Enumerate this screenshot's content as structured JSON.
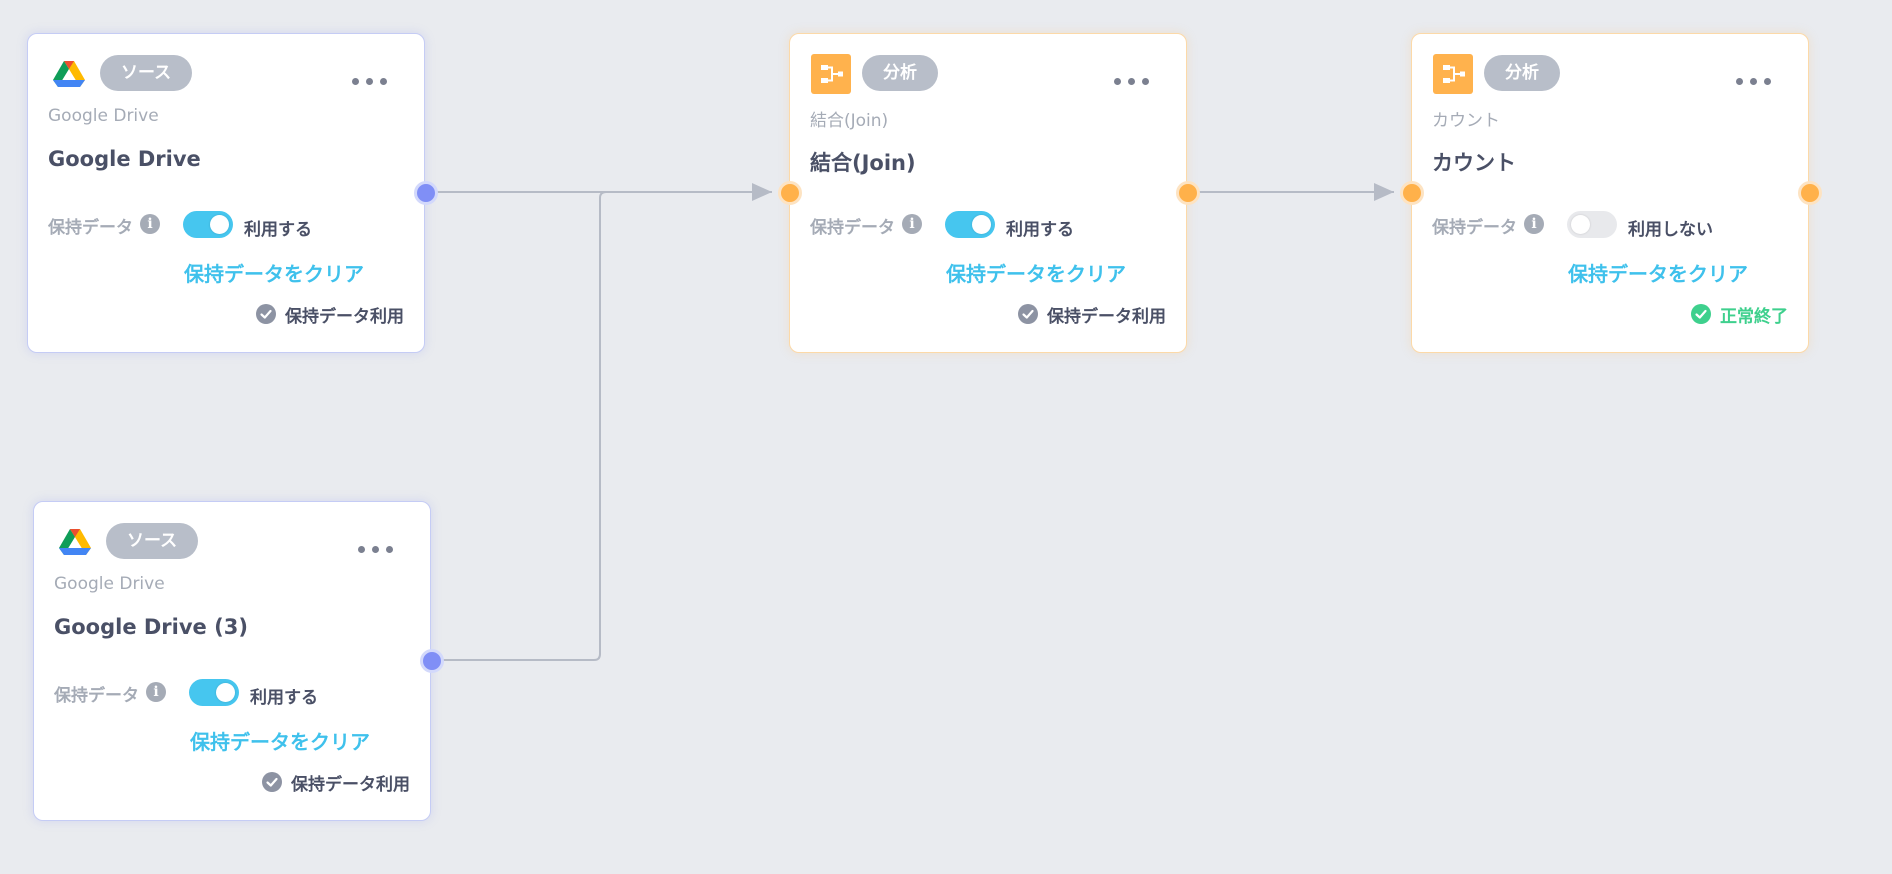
{
  "colors": {
    "canvas_background": "#e9ebef",
    "source_accent": "#808ff6",
    "analysis_accent": "#ffb14a",
    "toggle_on": "#46c6ef",
    "link": "#3fc1ec",
    "success": "#3ed08d",
    "edge": "#b6bbc6"
  },
  "nodes": [
    {
      "id": "gd1",
      "kind": "source",
      "icon": "google-drive-icon",
      "badge": "ソース",
      "type_label": "Google Drive",
      "title": "Google Drive",
      "retain_label": "保持データ",
      "toggle": {
        "on": true,
        "label": "利用する"
      },
      "clear_link": "保持データをクリア",
      "status": {
        "kind": "retained",
        "icon": "check-circle-icon",
        "text": "保持データ利用"
      }
    },
    {
      "id": "gd3",
      "kind": "source",
      "icon": "google-drive-icon",
      "badge": "ソース",
      "type_label": "Google Drive",
      "title": "Google Drive (3)",
      "retain_label": "保持データ",
      "toggle": {
        "on": true,
        "label": "利用する"
      },
      "clear_link": "保持データをクリア",
      "status": {
        "kind": "retained",
        "icon": "check-circle-icon",
        "text": "保持データ利用"
      }
    },
    {
      "id": "join",
      "kind": "analysis",
      "icon": "join-node-icon",
      "badge": "分析",
      "type_label": "結合(Join)",
      "title": "結合(Join)",
      "retain_label": "保持データ",
      "toggle": {
        "on": true,
        "label": "利用する"
      },
      "clear_link": "保持データをクリア",
      "status": {
        "kind": "retained",
        "icon": "check-circle-icon",
        "text": "保持データ利用"
      }
    },
    {
      "id": "count",
      "kind": "analysis",
      "icon": "join-node-icon",
      "badge": "分析",
      "type_label": "カウント",
      "title": "カウント",
      "retain_label": "保持データ",
      "toggle": {
        "on": false,
        "label": "利用しない"
      },
      "clear_link": "保持データをクリア",
      "status": {
        "kind": "done",
        "icon": "success-check-icon",
        "text": "正常終了"
      }
    }
  ],
  "edges": [
    {
      "from": "gd1",
      "to": "join"
    },
    {
      "from": "gd3",
      "to": "join"
    },
    {
      "from": "join",
      "to": "count"
    }
  ]
}
